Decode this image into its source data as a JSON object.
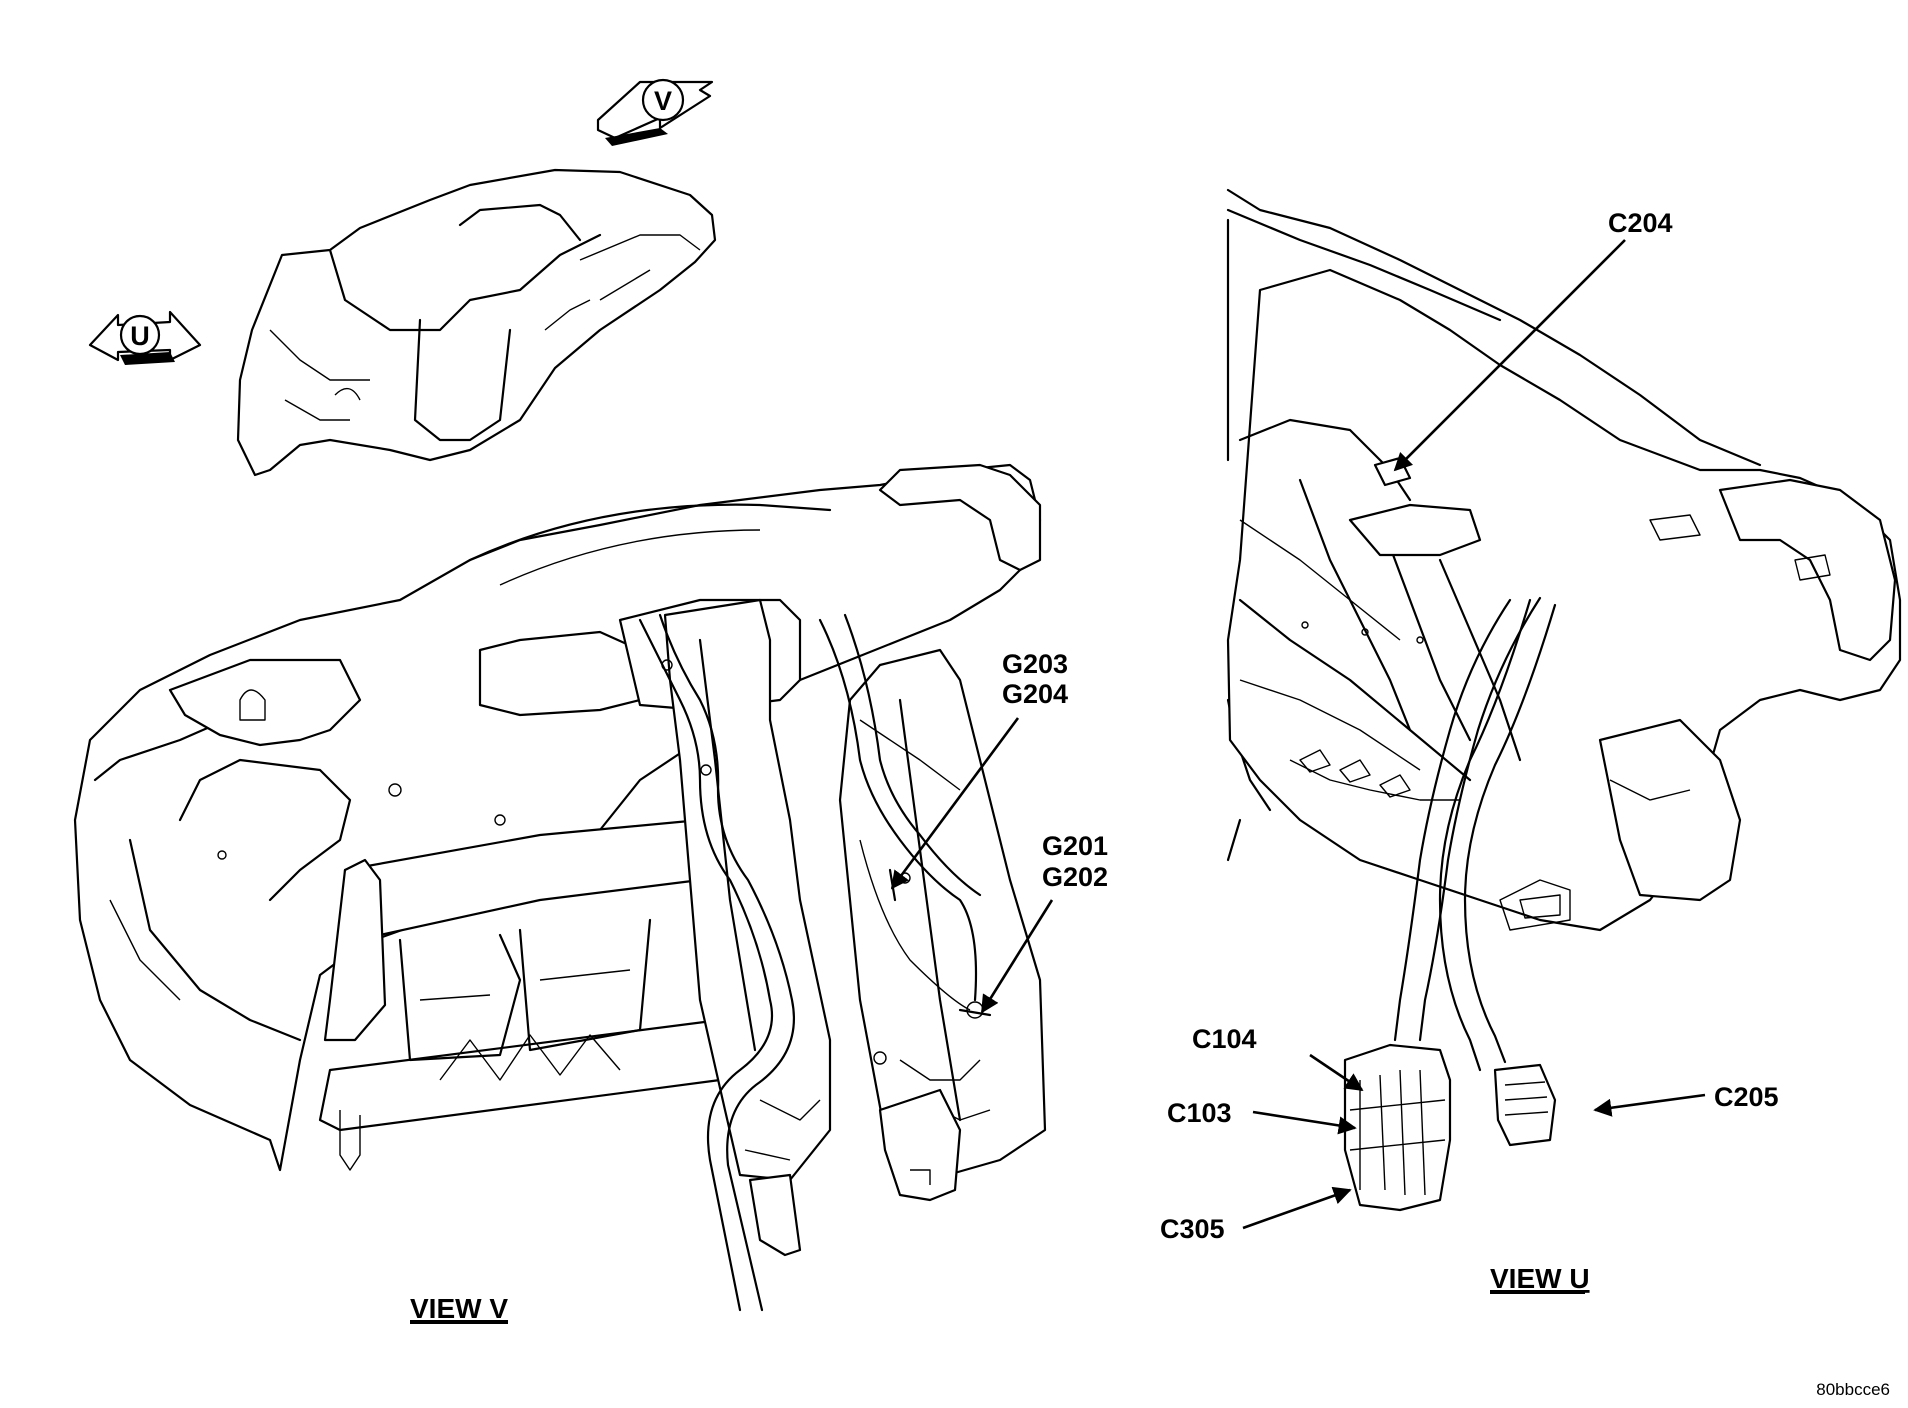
{
  "views": {
    "view_v": {
      "title": "VIEW V"
    },
    "view_u": {
      "title": "VIEW U"
    }
  },
  "overview": {
    "arrow_u_letter": "U",
    "arrow_v_letter": "V"
  },
  "callouts": {
    "g203": "G203",
    "g204": "G204",
    "g201": "G201",
    "g202": "G202",
    "c204": "C204",
    "c104": "C104",
    "c103": "C103",
    "c305": "C305",
    "c205": "C205"
  },
  "reference_id": "80bbcce6"
}
